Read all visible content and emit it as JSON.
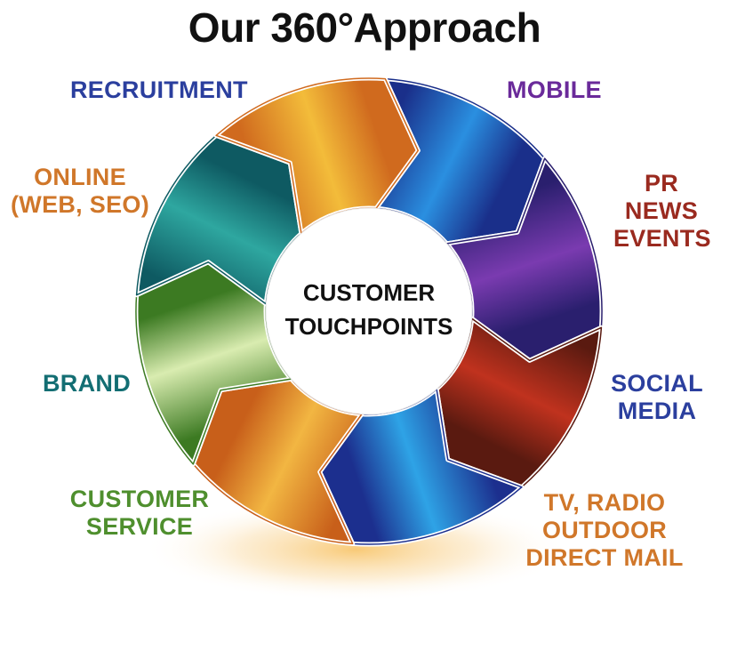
{
  "title": "Our 360°Approach",
  "center": {
    "lines": [
      "CUSTOMER",
      "TOUCHPOINTS"
    ]
  },
  "segments": [
    {
      "id": "recruitment",
      "lines": [
        "RECRUITMENT"
      ],
      "color": "#2b3f9e",
      "fill_dark": "#1a2f8a",
      "fill_light": "#2a8fe0"
    },
    {
      "id": "mobile",
      "lines": [
        "MOBILE"
      ],
      "color": "#6a2a9a",
      "fill_dark": "#2a1f6e",
      "fill_light": "#7a3bb0"
    },
    {
      "id": "pr",
      "lines": [
        "PR",
        "NEWS",
        "EVENTS"
      ],
      "color": "#9a2a1f",
      "fill_dark": "#5a1a10",
      "fill_light": "#c0321e"
    },
    {
      "id": "social",
      "lines": [
        "SOCIAL",
        "MEDIA"
      ],
      "color": "#2b3f9e",
      "fill_dark": "#1c2f8e",
      "fill_light": "#2ea3e6"
    },
    {
      "id": "tv",
      "lines": [
        "TV, RADIO",
        "OUTDOOR",
        "DIRECT MAIL"
      ],
      "color": "#d0772a",
      "fill_dark": "#c85f1a",
      "fill_light": "#f2b642"
    },
    {
      "id": "service",
      "lines": [
        "CUSTOMER",
        "SERVICE"
      ],
      "color": "#4f8f2e",
      "fill_dark": "#3c7a22",
      "fill_light": "#d9ecb0"
    },
    {
      "id": "brand",
      "lines": [
        "BRAND"
      ],
      "color": "#136e73",
      "fill_dark": "#0e5a62",
      "fill_light": "#2ea7a0"
    },
    {
      "id": "online",
      "lines": [
        "ONLINE",
        "(WEB, SEO)"
      ],
      "color": "#d0772a",
      "fill_dark": "#d06a1e",
      "fill_light": "#f3bc3a"
    }
  ]
}
